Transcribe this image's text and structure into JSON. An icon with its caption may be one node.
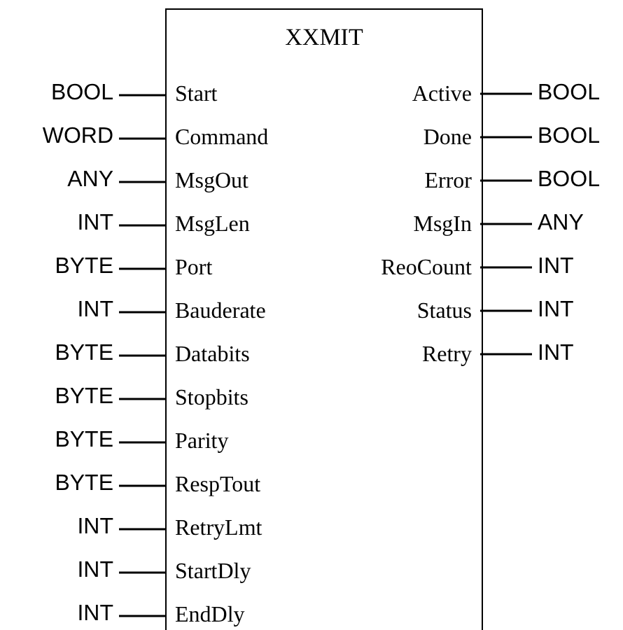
{
  "diagram": {
    "nodes": [
      {
        "text": [
          "XXMIT"
        ]
      },
      {
        "text": [
          "Start"
        ],
        "in": 0
      },
      {
        "text": [
          "Command"
        ],
        "in": 0
      },
      {
        "text": [
          "MsgOut"
        ],
        "in": 0
      },
      {
        "text": [
          "MsgLen"
        ],
        "in": 0
      },
      {
        "text": [
          "Port"
        ],
        "in": 0
      },
      {
        "text": [
          "Bauderate"
        ],
        "in": 0
      },
      {
        "text": [
          "Databits"
        ],
        "in": 0
      },
      {
        "text": [
          "Stopbits"
        ],
        "in": 0
      },
      {
        "text": [
          "Parity"
        ],
        "in": 0
      },
      {
        "text": [
          "RespTout"
        ],
        "in": 0
      },
      {
        "text": [
          "RetryLmt"
        ],
        "in": 0
      },
      {
        "text": [
          "StartDly"
        ],
        "in": 0
      },
      {
        "text": [
          "EndDly"
        ],
        "in": 0
      },
      {
        "text": [
          "Active"
        ],
        "in": 0
      },
      {
        "text": [
          "Done"
        ],
        "in": 0
      },
      {
        "text": [
          "Error"
        ],
        "in": 0
      },
      {
        "text": [
          "MsgIn"
        ],
        "in": 0
      },
      {
        "text": [
          "ReoCount"
        ],
        "in": 0
      },
      {
        "text": [
          "Status"
        ],
        "in": 0
      },
      {
        "text": [
          "Retry"
        ],
        "in": 0
      },
      {
        "text": [
          "BOOL"
        ]
      },
      {
        "text": [
          "WORD"
        ]
      },
      {
        "text": [
          "ANY"
        ]
      },
      {
        "text": [
          "INT"
        ]
      },
      {
        "text": [
          "BYTE"
        ]
      },
      {
        "text": [
          "INT"
        ]
      },
      {
        "text": [
          "BYTE"
        ]
      },
      {
        "text": [
          "BYTE"
        ]
      },
      {
        "text": [
          "BYTE"
        ]
      },
      {
        "text": [
          "BYTE"
        ]
      },
      {
        "text": [
          "INT"
        ]
      },
      {
        "text": [
          "INT"
        ]
      },
      {
        "text": [
          "INT"
        ]
      },
      {
        "text": [
          "BOOL"
        ]
      },
      {
        "text": [
          "BOOL"
        ]
      },
      {
        "text": [
          "BOOL"
        ]
      },
      {
        "text": [
          "ANY"
        ]
      },
      {
        "text": [
          "INT"
        ]
      },
      {
        "text": [
          "INT"
        ]
      },
      {
        "text": [
          "INT"
        ]
      }
    ],
    "edges": [
      {
        "from": 21,
        "to": 1,
        "arrow": "none"
      },
      {
        "from": 22,
        "to": 2,
        "arrow": "none"
      },
      {
        "from": 23,
        "to": 3,
        "arrow": "none"
      },
      {
        "from": 24,
        "to": 4,
        "arrow": "none"
      },
      {
        "from": 25,
        "to": 5,
        "arrow": "none"
      },
      {
        "from": 26,
        "to": 6,
        "arrow": "none"
      },
      {
        "from": 27,
        "to": 7,
        "arrow": "none"
      },
      {
        "from": 28,
        "to": 8,
        "arrow": "none"
      },
      {
        "from": 29,
        "to": 9,
        "arrow": "none"
      },
      {
        "from": 30,
        "to": 10,
        "arrow": "none"
      },
      {
        "from": 31,
        "to": 11,
        "arrow": "none"
      },
      {
        "from": 32,
        "to": 12,
        "arrow": "none"
      },
      {
        "from": 33,
        "to": 13,
        "arrow": "none"
      },
      {
        "from": 14,
        "to": 34,
        "arrow": "none"
      },
      {
        "from": 15,
        "to": 35,
        "arrow": "none"
      },
      {
        "from": 16,
        "to": 36,
        "arrow": "none"
      },
      {
        "from": 17,
        "to": 37,
        "arrow": "none"
      },
      {
        "from": 18,
        "to": 38,
        "arrow": "none"
      },
      {
        "from": 19,
        "to": 39,
        "arrow": "none"
      },
      {
        "from": 20,
        "to": 40,
        "arrow": "none"
      }
    ]
  }
}
